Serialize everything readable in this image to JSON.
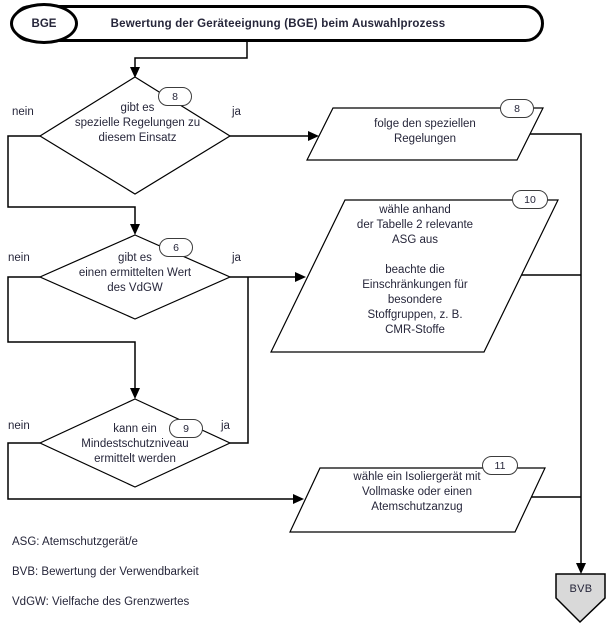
{
  "header": {
    "badge": "BGE",
    "title": "Bewertung der Geräteeignung (BGE) beim Auswahlprozess"
  },
  "labels": {
    "yes": "ja",
    "no": "nein"
  },
  "decisions": [
    {
      "ref": "8",
      "text": "gibt es\nspezielle Regelungen zu\ndiesem Einsatz"
    },
    {
      "ref": "6",
      "text": "gibt es\neinen ermittelten Wert\ndes VdGW"
    },
    {
      "ref": "9",
      "text": "kann ein\nMindestschutzniveau\nermittelt werden"
    }
  ],
  "processes": [
    {
      "ref": "8",
      "text": "folge den speziellen\nRegelungen"
    },
    {
      "ref": "10",
      "text": "wähle anhand\nder Tabelle 2 relevante\nASG aus\n\nbeachte die\nEinschränkungen für\nbesondere\nStoffgruppen, z. B.\nCMR-Stoffe"
    },
    {
      "ref": "11",
      "text": "wähle ein Isoliergerät mit\nVollmaske oder einen\nAtemschutzanzug"
    }
  ],
  "terminal": {
    "label": "BVB"
  },
  "legend": {
    "items": [
      "ASG: Atemschutzgerät/e",
      "BVB: Bewertung der Verwendbarkeit",
      "VdGW: Vielfache des Grenzwertes"
    ]
  },
  "colors": {
    "line": "#000000",
    "text": "#26263a",
    "terminal_fill": "#d9d9d9"
  }
}
